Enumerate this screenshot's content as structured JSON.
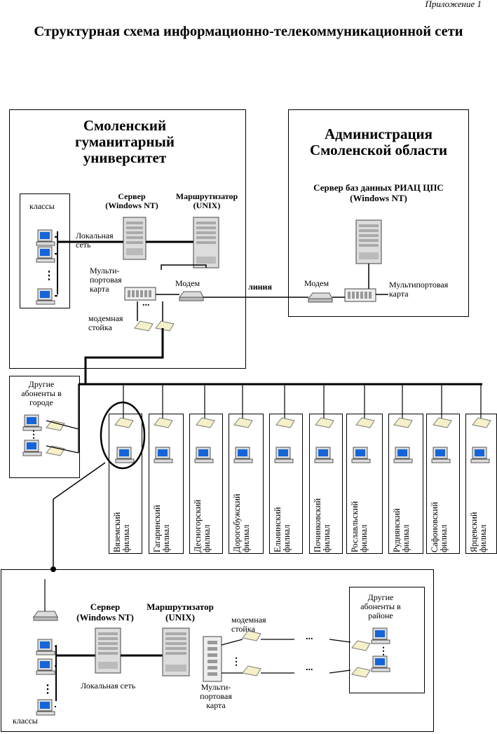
{
  "header": {
    "appendix": "Приложение  1",
    "title": "Структурная схема информационно-телекоммуникационной сети"
  },
  "university": {
    "name": "Смоленский гуманитарный университет",
    "classes": "классы",
    "local_net": "Локальная сеть",
    "server": "Сервер (Windows NT)",
    "router": "Маршрутизатор (UNIX)",
    "multiport": "Мульти-портовая карта",
    "modem": "Модем",
    "modem_rack": "модемная стойка",
    "ellipsis": "..."
  },
  "line_label": "линия",
  "administration": {
    "name": "Администрация Смоленской области",
    "server": "Сервер баз данных РИАЦ ЦПС (Windows NT)",
    "modem": "Модем",
    "multiport": "Мультипортовая карта"
  },
  "city_subscribers": "Другие абоненты в городе",
  "branches": [
    "Вяземский филиал",
    "Гагаринский филиал",
    "Десногорский филиал",
    "Дорогобужский филиал",
    "Ельнинский филиал",
    "Починковский филиал",
    "Рославльский филиал",
    "Руднянский филиал",
    "Сафоновский филиал",
    "Ярцевский филиал"
  ],
  "branch_detail": {
    "server": "Сервер (Windows NT)",
    "router": "Маршрутизатор (UNIX)",
    "local_net": "Локальная сеть",
    "classes": "классы",
    "modem_rack": "модемная стойка",
    "multiport": "Мульти-портовая карта",
    "district_subscribers": "Другие абоненты в районе",
    "ellipsis": "..."
  },
  "colors": {
    "screen": "#1565d8",
    "device": "#dcdcdc",
    "modem": "#f5f0c8",
    "line": "#000000"
  }
}
